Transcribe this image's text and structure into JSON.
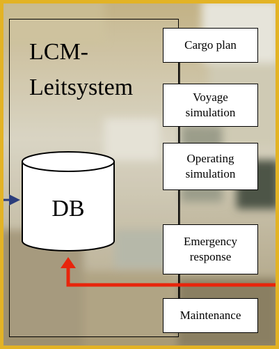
{
  "title_lines": [
    "LCM-",
    "Leitsystem"
  ],
  "database": {
    "label": "DB"
  },
  "modules": [
    {
      "label": "Cargo plan"
    },
    {
      "label": "Voyage simulation"
    },
    {
      "label": "Operating simulation"
    },
    {
      "label": "Emergency response"
    },
    {
      "label": "Maintenance"
    }
  ],
  "colors": {
    "frame": "#e3b325",
    "feedback_arrow": "#e8250c",
    "input_arrow": "#2b3d7c",
    "boxes": "#ffffff",
    "outline": "#000000"
  },
  "icons": [
    "database-cylinder-icon",
    "input-arrow-icon",
    "feedback-arrow-icon"
  ]
}
